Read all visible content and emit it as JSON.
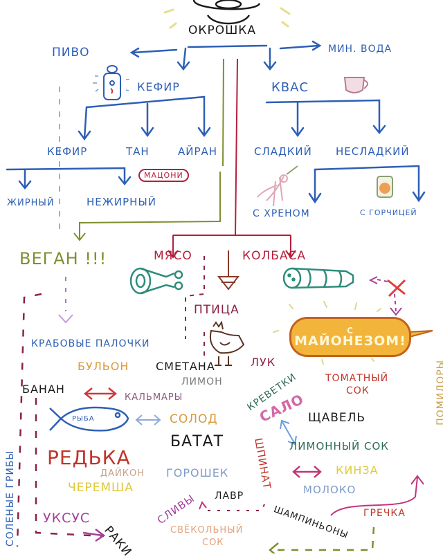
{
  "diagram": {
    "title": "ОКРОШКА",
    "type": "hand-drawn mind map",
    "root": {
      "label": "ОКРОШКА",
      "branches": {
        "beer": "ПИВО",
        "mineral_water": "МИН. ВОДА",
        "kefir": {
          "label": "КЕФИР",
          "children": [
            "КЕФИР",
            "ТАН",
            "АЙРАН"
          ],
          "kefir_children": [
            "ЖИРНЫЙ",
            "НЕЖИРНЫЙ"
          ],
          "airan_note": "МАЦОНИ"
        },
        "kvass": {
          "label": "КВАС",
          "children": [
            "СЛАДКИЙ",
            "НЕСЛАДКИЙ"
          ],
          "unsweet_children": [
            "С ХРЕНОМ",
            "С ГОРЧИЦЕЙ"
          ]
        },
        "vegan": "ВЕГАН !!!",
        "meat": {
          "labels": [
            "МЯСО",
            "КОЛБАСА"
          ],
          "poultry": "ПТИЦА",
          "mayo": {
            "small": "С",
            "main": "МАЙОНЕЗОМ!"
          }
        }
      }
    },
    "ingredients": {
      "crab_sticks": "КРАБОВЫЕ ПАЛОЧКИ",
      "broth": "БУЛЬОН",
      "sour_cream": "СМЕТАНА",
      "lemon": "ЛИМОН",
      "onion": "ЛУК",
      "banana": "БАНАН",
      "squid": "КАЛЬМАРЫ",
      "fish": "РЫБА",
      "malt": "СОЛОД",
      "sweet_potato": "БАТАТ",
      "radish": "РЕДЬКА",
      "daikon": "ДАЙКОН",
      "ramson": "ЧЕРЕМША",
      "peas": "ГОРОШЕК",
      "vinegar": "УКСУС",
      "crayfish": "РАКИ",
      "plums": "СЛИВЫ",
      "bay_leaf": "ЛАВР",
      "beet_juice": [
        "СВЁКОЛЬНЫЙ",
        "СОК"
      ],
      "shrimp": "КРЕВЕТКИ",
      "lard": "САЛО",
      "tomato_juice": [
        "ТОМАТНЫЙ",
        "СОК"
      ],
      "sorrel": "ЩАВЕЛЬ",
      "lemon_juice": "ЛИМОННЫЙ СОК",
      "spinach": "ШПИНАТ",
      "cilantro": "КИНЗА",
      "milk": "МОЛОКО",
      "champignons": "ШАМПИНЬОНЫ",
      "buckwheat": "ГРЕЧКА",
      "tomatoes": "ПОМИДОРЫ",
      "pickled_mushrooms": "СОЛЕНЫЕ ГРИБЫ"
    },
    "icons": [
      "bowl-icon",
      "kefir-bottle-icon",
      "kvass-mug-icon",
      "horseradish-root-icon",
      "mustard-jar-icon",
      "ham-leg-icon",
      "sausage-icon",
      "chicken-icon",
      "fish-icon",
      "red-x-icon"
    ],
    "colors": {
      "blue": "#2d5fb5",
      "red": "#b51f3c",
      "olive": "#7e8f2e",
      "teal": "#2e8c7a",
      "mayo_fill": "#f2b43a",
      "mayo_border": "#c3621d"
    }
  }
}
